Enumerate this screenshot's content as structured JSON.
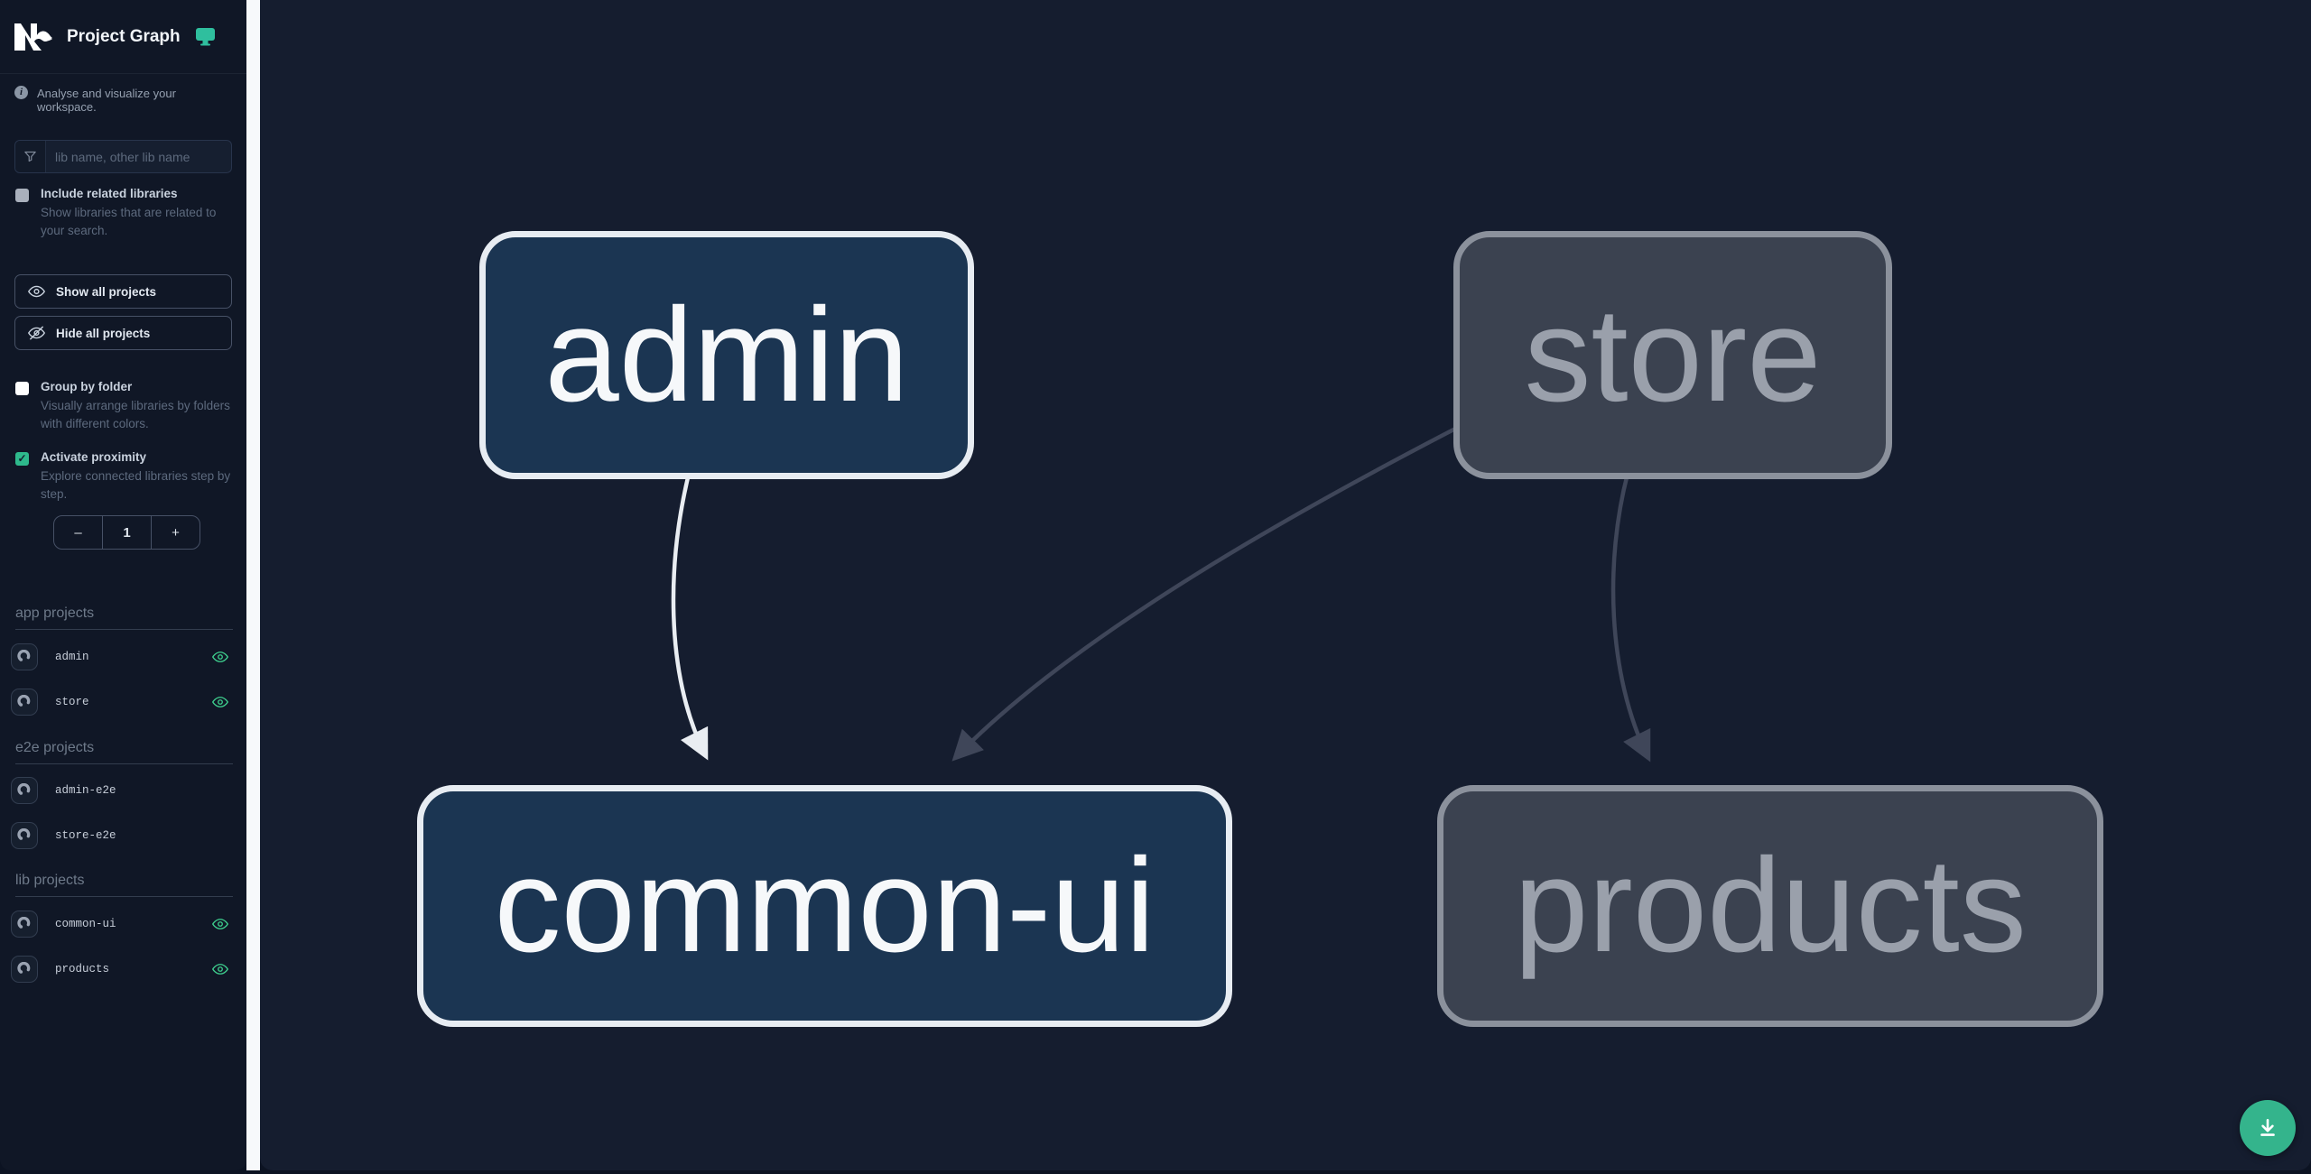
{
  "header": {
    "title": "Project Graph"
  },
  "sidebar": {
    "tagline": "Analyse and visualize your workspace.",
    "search": {
      "placeholder": "lib name, other lib name"
    },
    "checkboxes": [
      {
        "label": "Include related libraries",
        "description": "Show libraries that are related to your search.",
        "checked": false
      },
      {
        "label": "Group by folder",
        "description": "Visually arrange libraries by folders with different colors.",
        "checked": false
      },
      {
        "label": "Activate proximity",
        "description": "Explore connected libraries step by step.",
        "checked": true,
        "checkmark": "✓"
      }
    ],
    "buttons": {
      "show_all": "Show all projects",
      "hide_all": "Hide all projects"
    },
    "stepper": {
      "decrement": "–",
      "value": "1",
      "increment": "+"
    },
    "sections": [
      {
        "title": "app projects",
        "items": [
          {
            "name": "admin",
            "visible": true
          },
          {
            "name": "store",
            "visible": true
          }
        ]
      },
      {
        "title": "e2e projects",
        "items": [
          {
            "name": "admin-e2e",
            "visible": false
          },
          {
            "name": "store-e2e",
            "visible": false
          }
        ]
      },
      {
        "title": "lib projects",
        "items": [
          {
            "name": "common-ui",
            "visible": true
          },
          {
            "name": "products",
            "visible": true
          }
        ]
      }
    ]
  },
  "graph": {
    "nodes": [
      {
        "id": "admin",
        "label": "admin",
        "state": "focused"
      },
      {
        "id": "store",
        "label": "store",
        "state": "dimmed"
      },
      {
        "id": "common-ui",
        "label": "common-ui",
        "state": "focused"
      },
      {
        "id": "products",
        "label": "products",
        "state": "dimmed"
      }
    ],
    "edges": [
      {
        "from": "admin",
        "to": "common-ui",
        "state": "focused"
      },
      {
        "from": "store",
        "to": "common-ui",
        "state": "dimmed"
      },
      {
        "from": "store",
        "to": "products",
        "state": "dimmed"
      }
    ]
  },
  "colors": {
    "accent_green": "#2eb98c",
    "eye_green": "#3ecf8e",
    "node_focused_bg": "#1b3552",
    "node_focused_border": "#e7ecf2",
    "node_dimmed_bg": "#3b4250",
    "node_dimmed_border": "#8b919c",
    "edge_focused": "#e9edf2",
    "edge_dimmed": "#3f4659",
    "sidebar_bg": "#101726",
    "canvas_bg": "#151d2f"
  }
}
